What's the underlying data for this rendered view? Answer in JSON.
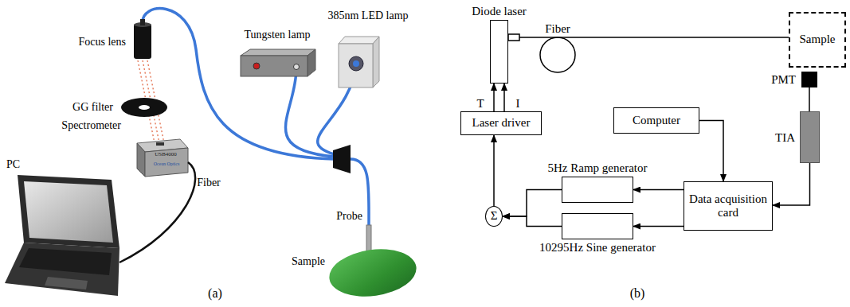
{
  "diagram": {
    "nodes": [
      {
        "text": [
          "Diode laser"
        ]
      },
      {
        "text": [
          "Sample"
        ]
      },
      {
        "text": [
          "PMT"
        ]
      },
      {
        "text": [
          "Laser driver"
        ]
      },
      {
        "text": [
          "Computer"
        ]
      },
      {
        "text": [
          "TIA"
        ]
      },
      {
        "text": [
          "5Hz Ramp generator"
        ]
      },
      {
        "text": [
          "Data acquisition card"
        ]
      },
      {
        "text": [
          "Σ"
        ]
      },
      {
        "text": [
          "10295Hz Sine generator"
        ]
      }
    ],
    "edges": [
      {
        "from": 0,
        "to": 1,
        "arrow": "none",
        "label": "Fiber"
      },
      {
        "from": 3,
        "to": 0,
        "arrow": "to",
        "label": "T"
      },
      {
        "from": 3,
        "to": 0,
        "arrow": "to",
        "label": "I"
      },
      {
        "from": 8,
        "to": 3,
        "arrow": "to"
      },
      {
        "from": 4,
        "to": 7,
        "arrow": "to"
      },
      {
        "from": 7,
        "to": 6,
        "arrow": "to"
      },
      {
        "from": 7,
        "to": 9,
        "arrow": "to"
      },
      {
        "from": 5,
        "to": 7,
        "arrow": "to"
      },
      {
        "from": 2,
        "to": 5,
        "arrow": "none"
      },
      {
        "from": 6,
        "to": 8,
        "arrow": "to"
      },
      {
        "from": 9,
        "to": 8,
        "arrow": "to"
      }
    ],
    "labels": [
      "Focus lens",
      "GG filter",
      "Spectrometer",
      "PC",
      "Fiber",
      "Tungsten lamp",
      "385nm LED lamp",
      "Probe",
      "Sample",
      "USB4000",
      "Ocean Optics",
      "(a)",
      "(b)"
    ]
  }
}
